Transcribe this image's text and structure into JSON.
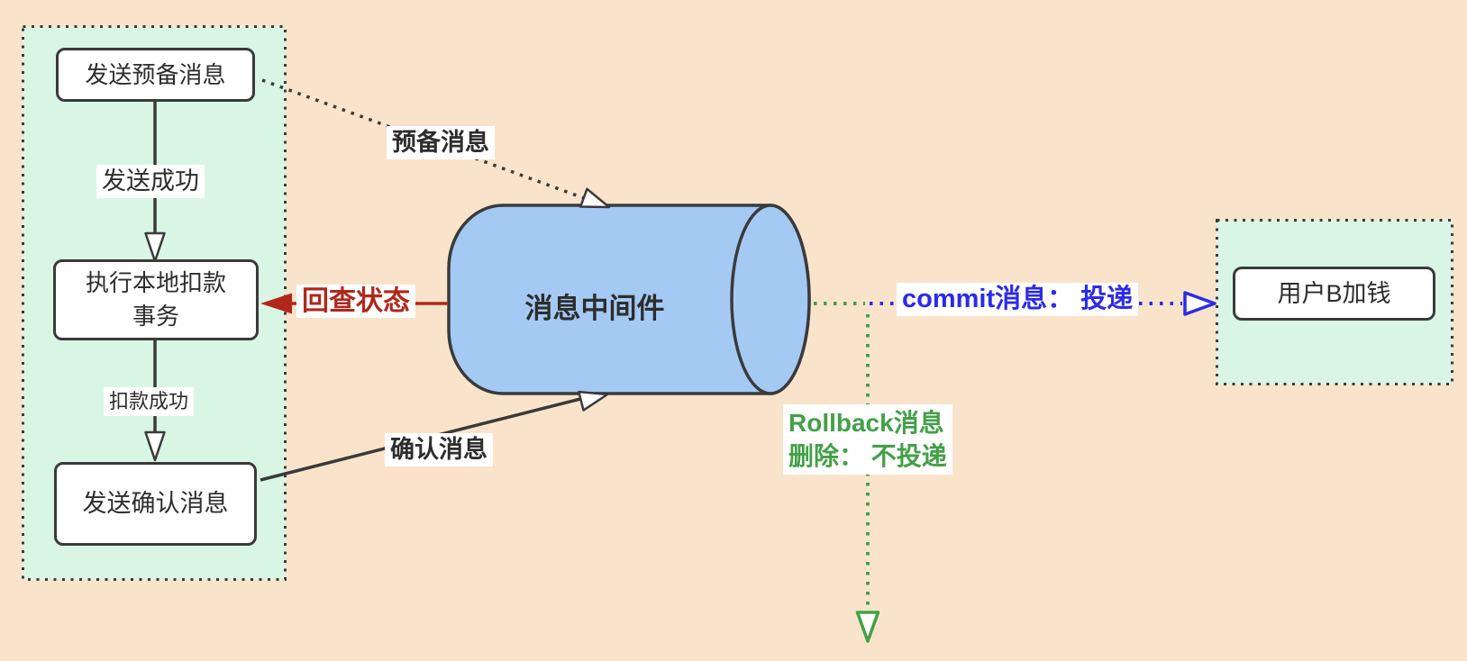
{
  "colors": {
    "background": "#f9e4cb",
    "group_fill": "#d9f6e5",
    "node_fill": "#ffffff",
    "stroke": "#3a3a3a",
    "cylinder_fill": "#a4c9f3",
    "checkback_red": "#b1271b",
    "rollback_green": "#43a047",
    "commit_blue": "#2b2bea"
  },
  "nodes": {
    "send_prepare": {
      "label": "发送预备消息"
    },
    "local_tx": {
      "label": "执行本地扣款事务"
    },
    "send_confirm": {
      "label": "发送确认消息"
    },
    "broker": {
      "label": "消息中间件"
    },
    "user_b": {
      "label": "用户B加钱"
    }
  },
  "edges": {
    "send_success": {
      "label": "发送成功"
    },
    "deduct_success": {
      "label": "扣款成功"
    },
    "prepare": {
      "label": "预备消息"
    },
    "confirm": {
      "label": "确认消息"
    },
    "check_back": {
      "label": "回查状态",
      "color": "#b1271b"
    },
    "commit": {
      "label": "commit消息： 投递",
      "color": "#2b2bea"
    },
    "rollback": {
      "label": "Rollback消息\n删除： 不投递",
      "color": "#43a047"
    }
  }
}
